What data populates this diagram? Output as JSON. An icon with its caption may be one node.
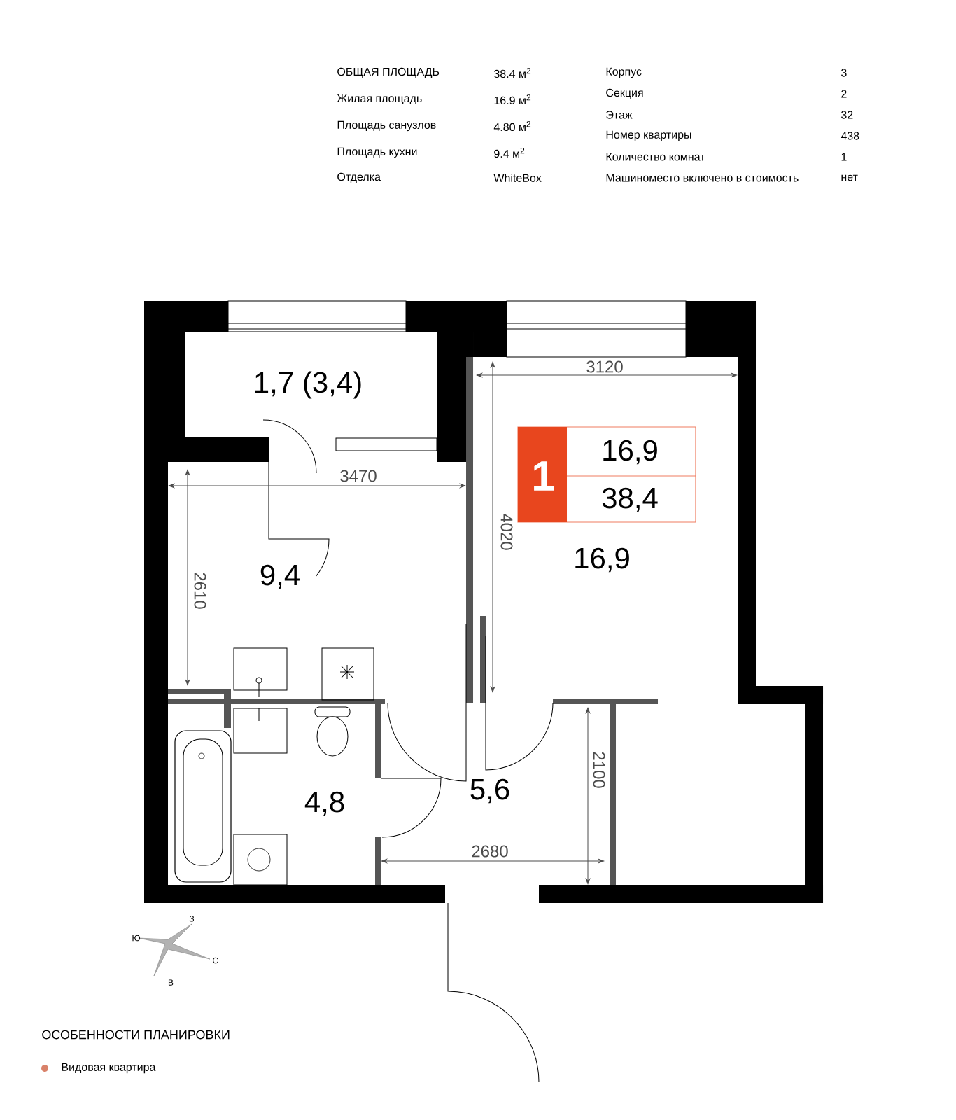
{
  "diagram": {
    "labels": [
      "ОБЩАЯ ПЛОЩАДЬ",
      "38.4 м$^{2}$",
      "Корпус",
      "3",
      "Жилая площадь",
      "16.9 м$^{2}$",
      "Секция",
      "2",
      "Площадь санузлов",
      "4.80 м$^{2}$",
      "Этаж",
      "32",
      "Площадь кухни",
      "9.4 м$^{2}$",
      "Номер квартиры",
      "438",
      "Отделка",
      "WhiteBox",
      "Количество комнат",
      "1",
      "Машиноместо включено в стоимость",
      "нет",
      "1,7 (3,4)",
      "3120",
      "1",
      "16,9",
      "38,4",
      "3470",
      "4020",
      "2610",
      "16,9",
      "9,4",
      "4,8",
      "5,6",
      "2100",
      "2680",
      "З",
      "Ю",
      "С",
      "В",
      "ОСОБЕННОСТИ ПЛАНИРОВКИ"
    ],
    "legend": [
      {
        "text": "Видовая квартира",
        "color": "#d9826a"
      }
    ]
  }
}
